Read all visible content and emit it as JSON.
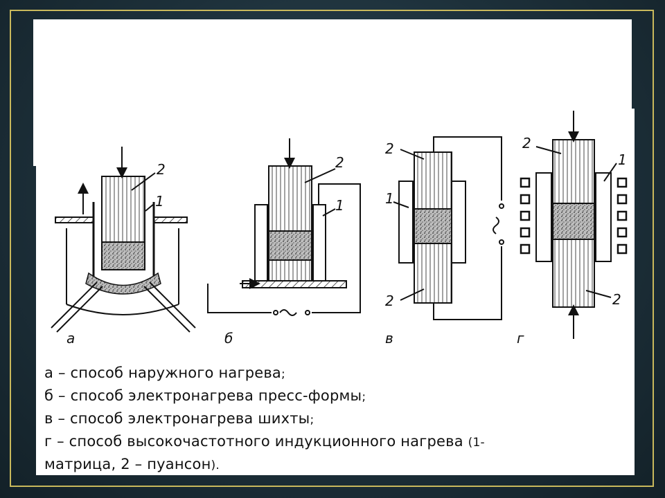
{
  "diagram": {
    "part_labels": {
      "one": "1",
      "two": "2"
    },
    "sub_labels": {
      "a": "а",
      "b": "б",
      "v": "в",
      "g": "г"
    }
  },
  "caption": {
    "line_a": "а – способ наружного нагрева",
    "line_b": "б – способ электронагрева пресс-формы",
    "line_v": "в – способ электронагрева шихты",
    "line_g": "г – способ высокочастотного индукционного нагрева",
    "line_g_note_open": "(1-",
    "line_g_cont": "матрица, 2 – пуансон",
    "line_g_note_close": ").",
    "separator": ";"
  }
}
